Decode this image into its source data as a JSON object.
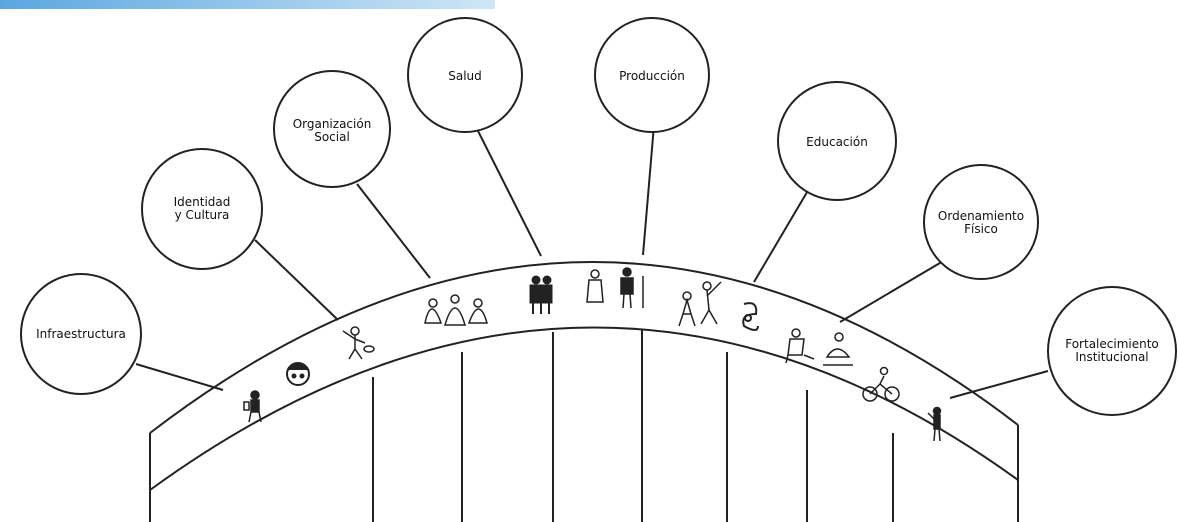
{
  "categories": [
    {
      "id": "infraestructura",
      "label": "Infraestructura"
    },
    {
      "id": "identidad",
      "label": "Identidad\ny Cultura"
    },
    {
      "id": "organizacion",
      "label": "Organización\nSocial"
    },
    {
      "id": "salud",
      "label": "Salud"
    },
    {
      "id": "produccion",
      "label": "Producción"
    },
    {
      "id": "educacion",
      "label": "Educación"
    },
    {
      "id": "ordenamiento",
      "label": "Ordenamiento\nFísico"
    },
    {
      "id": "fortalecimiento",
      "label": "Fortalecimiento\nInstitucional"
    }
  ],
  "style": {
    "stroke": "#222222",
    "accent_bar": "#5aa7e0"
  }
}
